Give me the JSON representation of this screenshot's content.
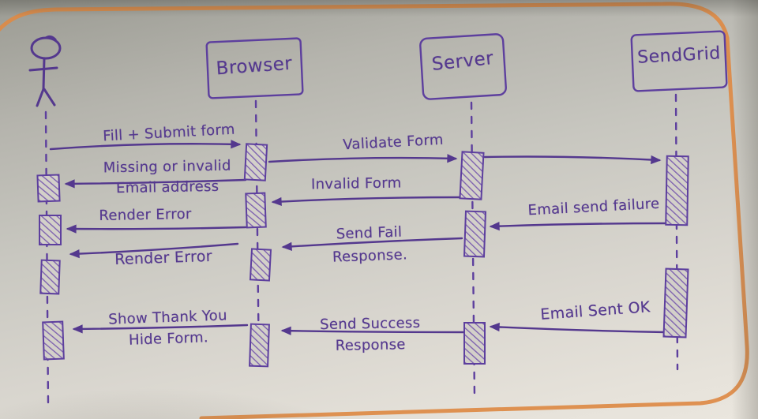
{
  "board": {
    "description": "Hand-drawn UML sequence diagram on a whiteboard",
    "ink_color": "#5d3f9e",
    "frame_color": "#dd8a45"
  },
  "actors": {
    "user": {
      "icon": "stick-figure-icon"
    },
    "browser": {
      "label": "Browser"
    },
    "server": {
      "label": "Server"
    },
    "sendgrid": {
      "label": "SendGrid"
    }
  },
  "messages": {
    "fill_submit": {
      "from": "user",
      "to": "browser",
      "label": "Fill + Submit form"
    },
    "validate": {
      "from": "browser",
      "to": "server",
      "label": "Validate Form"
    },
    "missing_invalid": {
      "from": "browser",
      "to": "user",
      "label": "Missing or invalid",
      "label2": "Email address"
    },
    "invalid_form": {
      "from": "server",
      "to": "browser",
      "label": "Invalid Form"
    },
    "email_send_failure": {
      "from": "sendgrid",
      "to": "server",
      "label": "Email send failure"
    },
    "render_error_1": {
      "from": "browser",
      "to": "user",
      "label": "Render Error"
    },
    "send_fail_response": {
      "from": "server",
      "to": "browser",
      "label": "Send Fail",
      "label2": "Response."
    },
    "render_error_2": {
      "from": "browser",
      "to": "user",
      "label": "Render Error"
    },
    "email_sent_ok": {
      "from": "sendgrid",
      "to": "server",
      "label": "Email Sent OK"
    },
    "send_success_response": {
      "from": "server",
      "to": "browser",
      "label": "Send Success",
      "label2": "Response"
    },
    "show_thank_you": {
      "from": "browser",
      "to": "user",
      "label": "Show Thank You",
      "label2": "Hide Form."
    }
  }
}
